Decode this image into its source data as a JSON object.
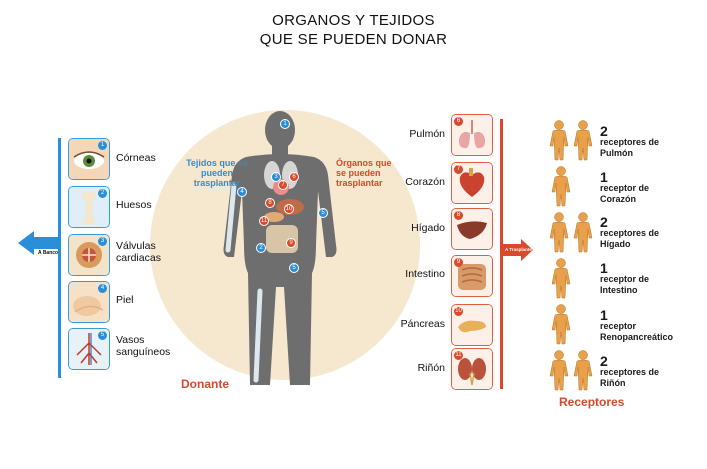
{
  "title": {
    "line1": "ORGANOS Y TEJIDOS",
    "line2": "QUE SE PUEDEN DONAR"
  },
  "left_panel": {
    "label": "Tejidos que se pueden trasplantar",
    "arrow_label": "A Banco",
    "tissues": [
      {
        "num": "1",
        "label": "Córneas",
        "icon": "eye-icon"
      },
      {
        "num": "2",
        "label": "Huesos",
        "icon": "bone-icon"
      },
      {
        "num": "3",
        "label": "Válvulas cardiacas",
        "icon": "heart-valve-icon"
      },
      {
        "num": "4",
        "label": "Piel",
        "icon": "skin-icon"
      },
      {
        "num": "5",
        "label": "Vasos sanguíneos",
        "icon": "blood-vessels-icon"
      }
    ]
  },
  "donor": {
    "label": "Donante"
  },
  "right_panel": {
    "label": "Órganos que se pueden trasplantar",
    "arrow_label": "A Trasplante",
    "organs": [
      {
        "num": "6",
        "label": "Pulmón",
        "icon": "lungs-icon"
      },
      {
        "num": "7",
        "label": "Corazón",
        "icon": "heart-icon"
      },
      {
        "num": "8",
        "label": "Hígado",
        "icon": "liver-icon"
      },
      {
        "num": "9",
        "label": "Intestino",
        "icon": "intestine-icon"
      },
      {
        "num": "10",
        "label": "Páncreas",
        "icon": "pancreas-icon"
      },
      {
        "num": "11",
        "label": "Riñón",
        "icon": "kidney-icon"
      }
    ]
  },
  "receptors": {
    "label": "Receptores",
    "items": [
      {
        "count": "2",
        "text": "receptores de Pulmón"
      },
      {
        "count": "1",
        "text": "receptor de Corazón"
      },
      {
        "count": "2",
        "text": "receptores de Hígado"
      },
      {
        "count": "1",
        "text": "receptor de Intestino"
      },
      {
        "count": "1",
        "text": "receptor Renopancreático"
      },
      {
        "count": "2",
        "text": "receptores de Riñón"
      }
    ]
  },
  "colors": {
    "tissue_blue": "#2a8fd8",
    "organ_red": "#d9492b",
    "body_gray": "#6b6b6b",
    "halo": "#f6e7cf",
    "receptor_skin": "#e8a04a"
  }
}
